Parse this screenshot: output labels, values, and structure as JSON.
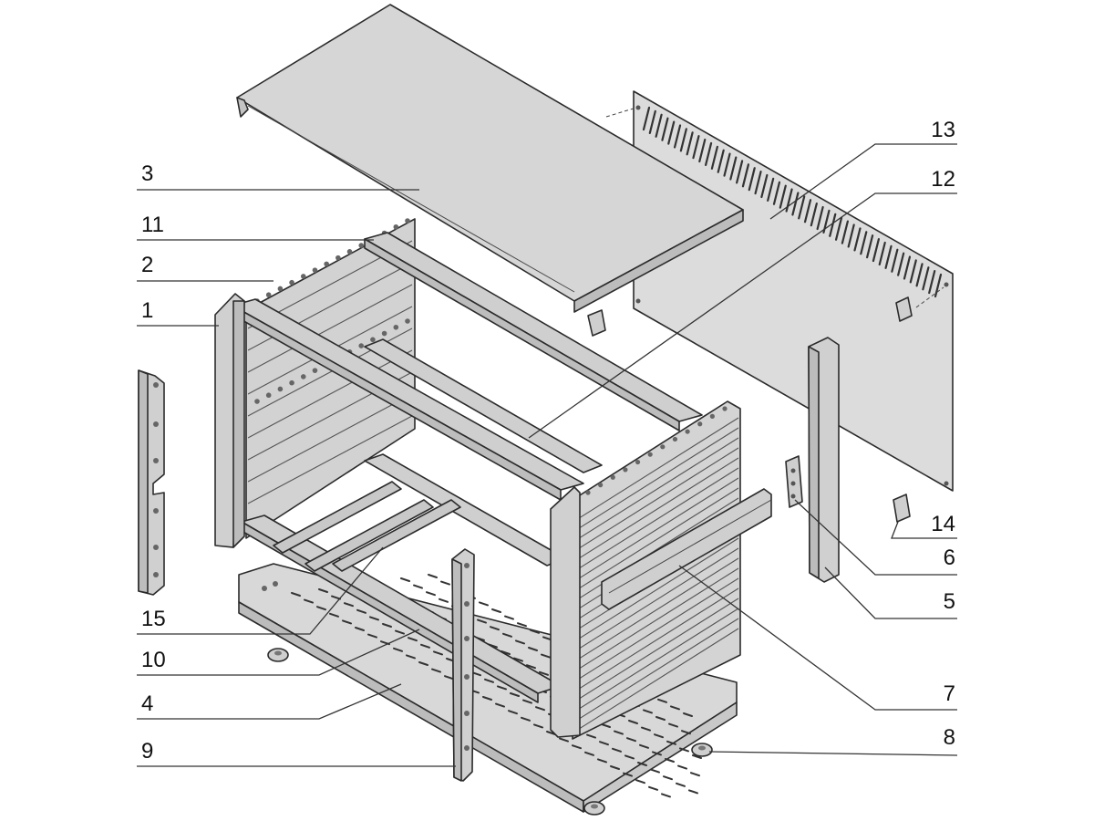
{
  "diagram": {
    "callouts": [
      {
        "id": "c3",
        "label": "3"
      },
      {
        "id": "c11",
        "label": "11"
      },
      {
        "id": "c2",
        "label": "2"
      },
      {
        "id": "c1",
        "label": "1"
      },
      {
        "id": "c15",
        "label": "15"
      },
      {
        "id": "c10",
        "label": "10"
      },
      {
        "id": "c4",
        "label": "4"
      },
      {
        "id": "c9",
        "label": "9"
      },
      {
        "id": "c13",
        "label": "13"
      },
      {
        "id": "c12",
        "label": "12"
      },
      {
        "id": "c14",
        "label": "14"
      },
      {
        "id": "c6",
        "label": "6"
      },
      {
        "id": "c5",
        "label": "5"
      },
      {
        "id": "c7",
        "label": "7"
      },
      {
        "id": "c8",
        "label": "8"
      }
    ],
    "colors": {
      "panel": "#d9d9d9",
      "panel_dark": "#bdbdbd",
      "line": "#2b2b2b",
      "background": "#ffffff"
    }
  }
}
